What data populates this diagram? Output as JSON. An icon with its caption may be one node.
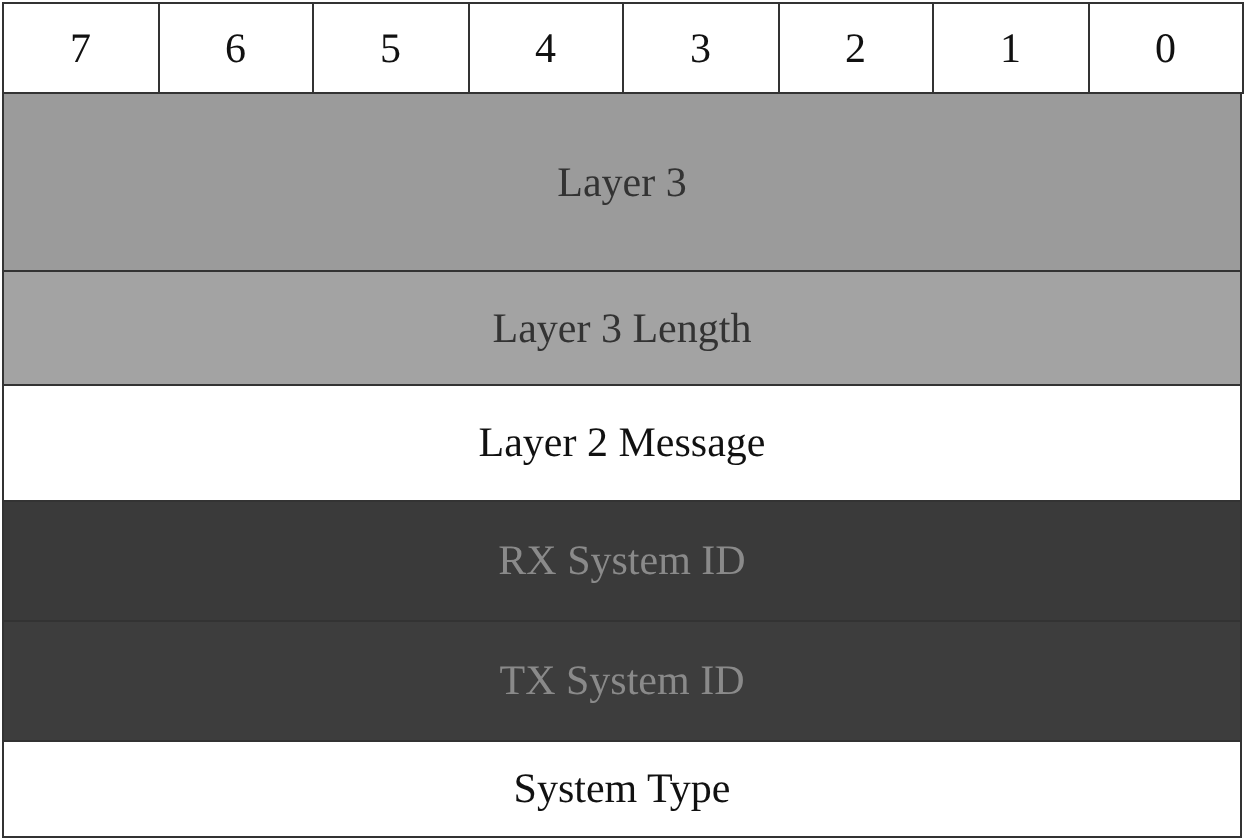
{
  "diagram": {
    "nodes": [
      {
        "text": [
          "7"
        ]
      },
      {
        "text": [
          "6"
        ]
      },
      {
        "text": [
          "5"
        ]
      },
      {
        "text": [
          "4"
        ]
      },
      {
        "text": [
          "3"
        ]
      },
      {
        "text": [
          "2"
        ]
      },
      {
        "text": [
          "1"
        ]
      },
      {
        "text": [
          "0"
        ]
      },
      {
        "text": [
          "Layer 3"
        ]
      },
      {
        "text": [
          "Layer 3 Length"
        ]
      },
      {
        "text": [
          "Layer 2 Message"
        ]
      },
      {
        "text": [
          "RX System ID"
        ]
      },
      {
        "text": [
          "TX System ID"
        ]
      },
      {
        "text": [
          "System Type"
        ]
      }
    ]
  }
}
